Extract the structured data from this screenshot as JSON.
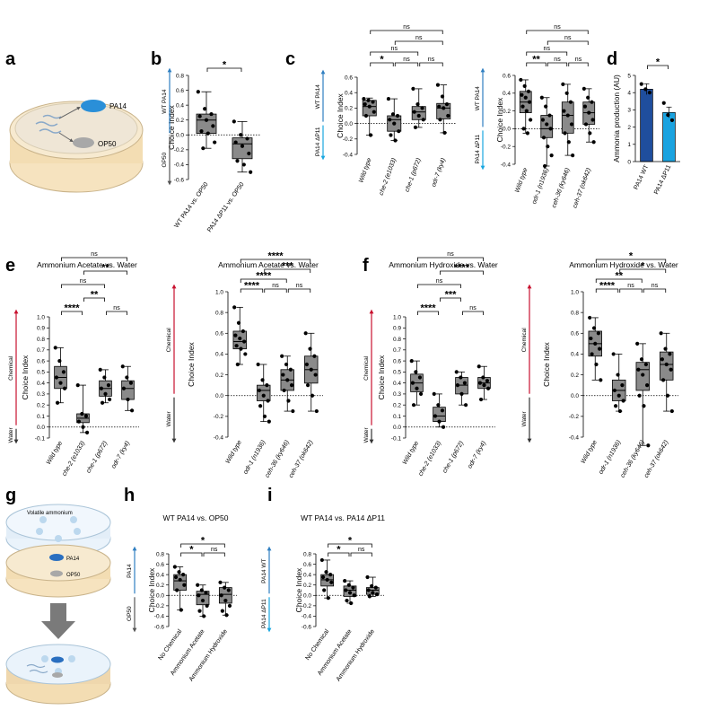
{
  "panel_letters": [
    "a",
    "b",
    "c",
    "d",
    "e",
    "f",
    "g",
    "h",
    "i"
  ],
  "panel_a": {
    "labels": [
      "PA14",
      "OP50"
    ]
  },
  "panel_g": {
    "labels": [
      "Volatile ammonium",
      "PA14",
      "OP50"
    ]
  },
  "colors": {
    "gray_box": "#8a8a8a",
    "blue_arrow": "#2f7fc1",
    "cyan_arrow": "#19a7e0",
    "red_arrow": "#c8102e",
    "dark_blue_bar": "#1f4e9d",
    "light_blue_bar": "#1aa3e0",
    "dish_blue": "#2a8fd8",
    "dish_gray": "#a8a8a8"
  },
  "chart_data": [
    {
      "panel": "b",
      "type": "box",
      "categories": [
        "WT PA14 vs. OP50",
        "PA14 ΔP11 vs. OP50"
      ],
      "ylabel": "Choice Index",
      "yticks": [
        "0.8",
        "0.6",
        "0.4",
        "0.2",
        "0.0",
        "-0.2",
        "-0.4",
        "-0.6"
      ],
      "ylim": [
        -0.6,
        0.8
      ],
      "side_top": "WT PA14",
      "side_bottom": "OP50",
      "boxes": [
        {
          "min": -0.18,
          "q1": 0.02,
          "med": 0.2,
          "q3": 0.28,
          "max": 0.58
        },
        {
          "min": -0.5,
          "q1": -0.32,
          "med": -0.12,
          "q3": -0.04,
          "max": 0.18
        }
      ],
      "points": [
        [
          0.58,
          0.35,
          0.28,
          0.25,
          0.2,
          0.12,
          0.05,
          0.02,
          -0.1,
          -0.18
        ],
        [
          0.18,
          0.0,
          -0.05,
          -0.1,
          -0.15,
          -0.25,
          -0.35,
          -0.4,
          -0.5
        ]
      ],
      "brackets": [
        {
          "a": 0,
          "b": 1,
          "label": "*"
        }
      ]
    },
    {
      "panel": "c1",
      "type": "box",
      "categories": [
        "Wild type",
        "che-2 (e1033)",
        "che-1 (p672)",
        "odr-7 (ky4)"
      ],
      "ylabel": "Choice Index",
      "yticks": [
        "0.6",
        "0.4",
        "0.2",
        "0.0",
        "-0.2",
        "-0.4"
      ],
      "ylim": [
        -0.4,
        0.6
      ],
      "side_top": "WT PA14",
      "side_bottom": "PA14 ΔP11",
      "boxes": [
        {
          "min": -0.15,
          "q1": 0.1,
          "med": 0.22,
          "q3": 0.3,
          "max": 0.33
        },
        {
          "min": -0.22,
          "q1": -0.1,
          "med": 0.05,
          "q3": 0.1,
          "max": 0.32
        },
        {
          "min": -0.05,
          "q1": 0.05,
          "med": 0.15,
          "q3": 0.22,
          "max": 0.45
        },
        {
          "min": -0.12,
          "q1": 0.06,
          "med": 0.2,
          "q3": 0.26,
          "max": 0.5
        }
      ],
      "points": [
        [
          0.32,
          0.3,
          0.28,
          0.25,
          0.22,
          0.15,
          0.1,
          -0.15
        ],
        [
          0.32,
          0.12,
          0.1,
          0.05,
          0.0,
          -0.1,
          -0.15,
          -0.22
        ],
        [
          0.45,
          0.25,
          0.2,
          0.15,
          0.1,
          0.05,
          -0.05
        ],
        [
          0.5,
          0.35,
          0.25,
          0.22,
          0.2,
          0.1,
          0.05,
          -0.12
        ]
      ],
      "brackets": [
        {
          "a": 0,
          "b": 1,
          "label": "*",
          "lvl": 0
        },
        {
          "a": 1,
          "b": 2,
          "label": "ns",
          "lvl": 0
        },
        {
          "a": 2,
          "b": 3,
          "label": "ns",
          "lvl": 0
        },
        {
          "a": 0,
          "b": 2,
          "label": "ns",
          "lvl": 1
        },
        {
          "a": 1,
          "b": 3,
          "label": "ns",
          "lvl": 2
        },
        {
          "a": 0,
          "b": 3,
          "label": "ns",
          "lvl": 3
        }
      ]
    },
    {
      "panel": "c2",
      "type": "box",
      "categories": [
        "Wild type",
        "odr-1 (n1936)",
        "ceh-36 (ky646)",
        "ceh-37 (ok642)"
      ],
      "ylabel": "Choice Index",
      "yticks": [
        "0.6",
        "0.4",
        "0.2",
        "0.0",
        "-0.2",
        "-0.4"
      ],
      "ylim": [
        -0.4,
        0.6
      ],
      "side_top": "WT PA14",
      "side_bottom": "PA14 ΔP11",
      "boxes": [
        {
          "min": -0.05,
          "q1": 0.18,
          "med": 0.3,
          "q3": 0.42,
          "max": 0.55
        },
        {
          "min": -0.42,
          "q1": -0.1,
          "med": 0.0,
          "q3": 0.15,
          "max": 0.35
        },
        {
          "min": -0.3,
          "q1": -0.05,
          "med": 0.15,
          "q3": 0.3,
          "max": 0.5
        },
        {
          "min": -0.15,
          "q1": 0.05,
          "med": 0.18,
          "q3": 0.3,
          "max": 0.45
        }
      ],
      "points": [
        [
          0.55,
          0.48,
          0.42,
          0.38,
          0.35,
          0.3,
          0.25,
          0.2,
          0.1,
          0.0,
          -0.05
        ],
        [
          0.35,
          0.25,
          0.15,
          0.1,
          0.05,
          0.0,
          -0.1,
          -0.2,
          -0.3,
          -0.42
        ],
        [
          0.5,
          0.4,
          0.3,
          0.2,
          0.15,
          0.05,
          -0.05,
          -0.15,
          -0.3
        ],
        [
          0.45,
          0.35,
          0.3,
          0.25,
          0.18,
          0.1,
          0.05,
          -0.05,
          -0.15
        ]
      ],
      "brackets": [
        {
          "a": 0,
          "b": 1,
          "label": "**",
          "lvl": 0
        },
        {
          "a": 1,
          "b": 2,
          "label": "ns",
          "lvl": 0
        },
        {
          "a": 2,
          "b": 3,
          "label": "ns",
          "lvl": 0
        },
        {
          "a": 0,
          "b": 2,
          "label": "ns",
          "lvl": 1
        },
        {
          "a": 1,
          "b": 3,
          "label": "ns",
          "lvl": 2
        },
        {
          "a": 0,
          "b": 3,
          "label": "ns",
          "lvl": 3
        }
      ]
    },
    {
      "panel": "d",
      "type": "bar",
      "categories": [
        "PA14 WT",
        "PA14 ΔP11"
      ],
      "values": [
        4.2,
        2.85
      ],
      "ylabel": "Ammonia production (AU)",
      "yticks": [
        "5",
        "4",
        "3",
        "2",
        "1",
        "0"
      ],
      "ylim": [
        0,
        5
      ],
      "points": [
        [
          4.5,
          4.2,
          4.0
        ],
        [
          3.4,
          2.7,
          2.4
        ]
      ],
      "brackets": [
        {
          "a": 0,
          "b": 1,
          "label": "*"
        }
      ]
    },
    {
      "panel": "e1",
      "type": "box",
      "title": "Ammonium Acetate vs. Water",
      "categories": [
        "Wild type",
        "che-2 (e1033)",
        "che-1 (p672)",
        "odr-7 (ky4)"
      ],
      "ylabel": "Choice Index",
      "yticks": [
        "1.0",
        "0.9",
        "0.8",
        "0.7",
        "0.6",
        "0.5",
        "0.4",
        "0.3",
        "0.2",
        "0.1",
        "0.0",
        "-0.1"
      ],
      "ylim": [
        -0.1,
        1.0
      ],
      "side_top": "Chemical",
      "side_bottom": "Water",
      "boxes": [
        {
          "min": 0.22,
          "q1": 0.35,
          "med": 0.45,
          "q3": 0.55,
          "max": 0.72
        },
        {
          "min": -0.05,
          "q1": 0.04,
          "med": 0.08,
          "q3": 0.12,
          "max": 0.38
        },
        {
          "min": 0.22,
          "q1": 0.28,
          "med": 0.35,
          "q3": 0.42,
          "max": 0.52
        },
        {
          "min": 0.15,
          "q1": 0.25,
          "med": 0.35,
          "q3": 0.42,
          "max": 0.55
        }
      ],
      "points": [
        [
          0.72,
          0.6,
          0.5,
          0.45,
          0.4,
          0.35,
          0.22
        ],
        [
          0.38,
          0.12,
          0.1,
          0.05,
          0.0,
          -0.05
        ],
        [
          0.52,
          0.45,
          0.38,
          0.35,
          0.3,
          0.25,
          0.22
        ],
        [
          0.55,
          0.45,
          0.4,
          0.35,
          0.25,
          0.15
        ]
      ],
      "brackets": [
        {
          "a": 0,
          "b": 1,
          "label": "****",
          "lvl": 0
        },
        {
          "a": 2,
          "b": 3,
          "label": "ns",
          "lvl": 0
        },
        {
          "a": 1,
          "b": 2,
          "label": "**",
          "lvl": 1
        },
        {
          "a": 0,
          "b": 2,
          "label": "ns",
          "lvl": 2
        },
        {
          "a": 1,
          "b": 3,
          "label": "**",
          "lvl": 3
        },
        {
          "a": 0,
          "b": 3,
          "label": "ns",
          "lvl": 4
        }
      ]
    },
    {
      "panel": "e2",
      "type": "box",
      "title": "Ammonium Acetate vs. Water",
      "categories": [
        "Wild type",
        "odr-1 (n1936)",
        "ceh-36 (ky646)",
        "ceh-37 (ok642)"
      ],
      "ylabel": "Choice Index",
      "yticks": [
        "1.0",
        "0.8",
        "0.6",
        "0.4",
        "0.2",
        "0.0",
        "-0.2",
        "-0.4"
      ],
      "ylim": [
        -0.4,
        1.0
      ],
      "side_top": "Chemical",
      "side_bottom": "Water",
      "boxes": [
        {
          "min": 0.3,
          "q1": 0.45,
          "med": 0.52,
          "q3": 0.62,
          "max": 0.85
        },
        {
          "min": -0.25,
          "q1": -0.05,
          "med": 0.05,
          "q3": 0.1,
          "max": 0.3
        },
        {
          "min": -0.15,
          "q1": 0.05,
          "med": 0.15,
          "q3": 0.25,
          "max": 0.38
        },
        {
          "min": -0.15,
          "q1": 0.12,
          "med": 0.25,
          "q3": 0.38,
          "max": 0.6
        }
      ],
      "points": [
        [
          0.85,
          0.7,
          0.62,
          0.58,
          0.55,
          0.52,
          0.48,
          0.45,
          0.4,
          0.3
        ],
        [
          0.3,
          0.15,
          0.1,
          0.05,
          0.0,
          -0.05,
          -0.1,
          -0.2,
          -0.25
        ],
        [
          0.38,
          0.3,
          0.25,
          0.2,
          0.15,
          0.1,
          0.05,
          -0.05,
          -0.15
        ],
        [
          0.6,
          0.45,
          0.38,
          0.3,
          0.25,
          0.2,
          0.1,
          0.0,
          -0.15
        ]
      ],
      "brackets": [
        {
          "a": 0,
          "b": 1,
          "label": "****",
          "lvl": 0
        },
        {
          "a": 1,
          "b": 2,
          "label": "ns",
          "lvl": 0
        },
        {
          "a": 2,
          "b": 3,
          "label": "ns",
          "lvl": 0
        },
        {
          "a": 0,
          "b": 2,
          "label": "****",
          "lvl": 1
        },
        {
          "a": 1,
          "b": 3,
          "label": "***",
          "lvl": 2
        },
        {
          "a": 0,
          "b": 3,
          "label": "****",
          "lvl": 3
        }
      ]
    },
    {
      "panel": "f1",
      "type": "box",
      "title": "Ammonium Hydroxide vs. Water",
      "categories": [
        "Wild type",
        "che-2 (e1033)",
        "che-1 (p672)",
        "odr-7 (ky4)"
      ],
      "ylabel": "Choice Index",
      "yticks": [
        "1.0",
        "0.9",
        "0.8",
        "0.7",
        "0.6",
        "0.5",
        "0.4",
        "0.3",
        "0.2",
        "0.1",
        "0.0",
        "-0.1"
      ],
      "ylim": [
        -0.1,
        1.0
      ],
      "side_top": "Chemical",
      "side_bottom": "Water",
      "boxes": [
        {
          "min": 0.2,
          "q1": 0.32,
          "med": 0.4,
          "q3": 0.48,
          "max": 0.6
        },
        {
          "min": 0.0,
          "q1": 0.05,
          "med": 0.1,
          "q3": 0.18,
          "max": 0.3
        },
        {
          "min": 0.2,
          "q1": 0.3,
          "med": 0.38,
          "q3": 0.45,
          "max": 0.5
        },
        {
          "min": 0.25,
          "q1": 0.35,
          "med": 0.4,
          "q3": 0.45,
          "max": 0.55
        }
      ],
      "points": [
        [
          0.6,
          0.5,
          0.45,
          0.4,
          0.35,
          0.3,
          0.2
        ],
        [
          0.3,
          0.2,
          0.15,
          0.1,
          0.05,
          0.0
        ],
        [
          0.5,
          0.45,
          0.4,
          0.38,
          0.3,
          0.2
        ],
        [
          0.55,
          0.45,
          0.42,
          0.4,
          0.38,
          0.35,
          0.25
        ]
      ],
      "brackets": [
        {
          "a": 0,
          "b": 1,
          "label": "****",
          "lvl": 0
        },
        {
          "a": 2,
          "b": 3,
          "label": "ns",
          "lvl": 0
        },
        {
          "a": 1,
          "b": 2,
          "label": "***",
          "lvl": 1
        },
        {
          "a": 0,
          "b": 2,
          "label": "ns",
          "lvl": 2
        },
        {
          "a": 1,
          "b": 3,
          "label": "****",
          "lvl": 3
        },
        {
          "a": 0,
          "b": 3,
          "label": "ns",
          "lvl": 4
        }
      ]
    },
    {
      "panel": "f2",
      "type": "box",
      "title": "Ammonium Hydroxide vs. Water",
      "categories": [
        "Wild type",
        "odr-1 (n1936)",
        "ceh-36 (ky646)",
        "ceh-37 (ok642)"
      ],
      "ylabel": "Choice Index",
      "yticks": [
        "1.0",
        "0.8",
        "0.6",
        "0.4",
        "0.2",
        "0.0",
        "-0.2",
        "-0.4"
      ],
      "ylim": [
        -0.4,
        1.0
      ],
      "side_top": "Chemical",
      "side_bottom": "Water",
      "boxes": [
        {
          "min": 0.15,
          "q1": 0.38,
          "med": 0.5,
          "q3": 0.62,
          "max": 0.75
        },
        {
          "min": -0.15,
          "q1": -0.05,
          "med": 0.05,
          "q3": 0.15,
          "max": 0.4
        },
        {
          "min": -0.48,
          "q1": 0.05,
          "med": 0.25,
          "q3": 0.32,
          "max": 0.5
        },
        {
          "min": -0.15,
          "q1": 0.15,
          "med": 0.3,
          "q3": 0.42,
          "max": 0.6
        }
      ],
      "points": [
        [
          0.75,
          0.65,
          0.6,
          0.55,
          0.5,
          0.45,
          0.4,
          0.3,
          0.15
        ],
        [
          0.4,
          0.2,
          0.1,
          0.05,
          0.0,
          -0.05,
          -0.1,
          -0.15
        ],
        [
          0.5,
          0.35,
          0.3,
          0.25,
          0.2,
          0.1,
          0.0,
          -0.1,
          -0.48
        ],
        [
          0.6,
          0.45,
          0.4,
          0.35,
          0.3,
          0.25,
          0.15,
          0.0,
          -0.15
        ]
      ],
      "brackets": [
        {
          "a": 0,
          "b": 1,
          "label": "****",
          "lvl": 0
        },
        {
          "a": 1,
          "b": 2,
          "label": "ns",
          "lvl": 0
        },
        {
          "a": 2,
          "b": 3,
          "label": "ns",
          "lvl": 0
        },
        {
          "a": 0,
          "b": 2,
          "label": "**",
          "lvl": 1
        },
        {
          "a": 1,
          "b": 3,
          "label": "*",
          "lvl": 2
        },
        {
          "a": 0,
          "b": 3,
          "label": "*",
          "lvl": 3
        }
      ]
    },
    {
      "panel": "h",
      "type": "box",
      "title": "WT PA14 vs. OP50",
      "categories": [
        "No Chemical",
        "Ammonium Acetate",
        "Ammonium Hydroxide"
      ],
      "ylabel": "Choice Index",
      "yticks": [
        "0.8",
        "0.6",
        "0.4",
        "0.2",
        "0.0",
        "-0.2",
        "-0.4",
        "-0.6"
      ],
      "ylim": [
        -0.6,
        0.8
      ],
      "side_top": "PA14",
      "side_bottom": "OP50",
      "boxes": [
        {
          "min": -0.28,
          "q1": 0.1,
          "med": 0.28,
          "q3": 0.4,
          "max": 0.55
        },
        {
          "min": -0.4,
          "q1": -0.18,
          "med": 0.02,
          "q3": 0.08,
          "max": 0.2
        },
        {
          "min": -0.38,
          "q1": -0.15,
          "med": 0.02,
          "q3": 0.15,
          "max": 0.25
        }
      ],
      "points": [
        [
          0.55,
          0.45,
          0.4,
          0.35,
          0.3,
          0.2,
          0.1,
          -0.28
        ],
        [
          0.2,
          0.1,
          0.05,
          0.0,
          -0.1,
          -0.2,
          -0.3,
          -0.4
        ],
        [
          0.25,
          0.15,
          0.1,
          0.0,
          -0.1,
          -0.2,
          -0.3,
          -0.38
        ]
      ],
      "brackets": [
        {
          "a": 0,
          "b": 1,
          "label": "*",
          "lvl": 0
        },
        {
          "a": 1,
          "b": 2,
          "label": "ns",
          "lvl": 0
        },
        {
          "a": 0,
          "b": 2,
          "label": "*",
          "lvl": 1
        }
      ]
    },
    {
      "panel": "i",
      "type": "box",
      "title": "WT PA14 vs. PA14 ΔP11",
      "categories": [
        "No Chemical",
        "Ammonium Acetate",
        "Ammonium Hydroxide"
      ],
      "ylabel": "Choice Index",
      "yticks": [
        "0.8",
        "0.6",
        "0.4",
        "0.2",
        "0.0",
        "-0.2",
        "-0.4",
        "-0.6"
      ],
      "ylim": [
        -0.6,
        0.8
      ],
      "side_top": "PA14 WT",
      "side_bottom": "PA14 ΔP11",
      "boxes": [
        {
          "min": -0.05,
          "q1": 0.18,
          "med": 0.3,
          "q3": 0.4,
          "max": 0.68
        },
        {
          "min": -0.15,
          "q1": -0.02,
          "med": 0.1,
          "q3": 0.18,
          "max": 0.28
        },
        {
          "min": -0.02,
          "q1": 0.02,
          "med": 0.1,
          "q3": 0.15,
          "max": 0.35
        }
      ],
      "points": [
        [
          0.68,
          0.45,
          0.4,
          0.35,
          0.3,
          0.25,
          0.1,
          -0.05
        ],
        [
          0.28,
          0.2,
          0.15,
          0.1,
          0.05,
          0.0,
          -0.1,
          -0.15
        ],
        [
          0.35,
          0.18,
          0.15,
          0.1,
          0.05,
          0.02,
          -0.02
        ]
      ],
      "brackets": [
        {
          "a": 0,
          "b": 1,
          "label": "*",
          "lvl": 0
        },
        {
          "a": 1,
          "b": 2,
          "label": "ns",
          "lvl": 0
        },
        {
          "a": 0,
          "b": 2,
          "label": "*",
          "lvl": 1
        }
      ]
    }
  ]
}
